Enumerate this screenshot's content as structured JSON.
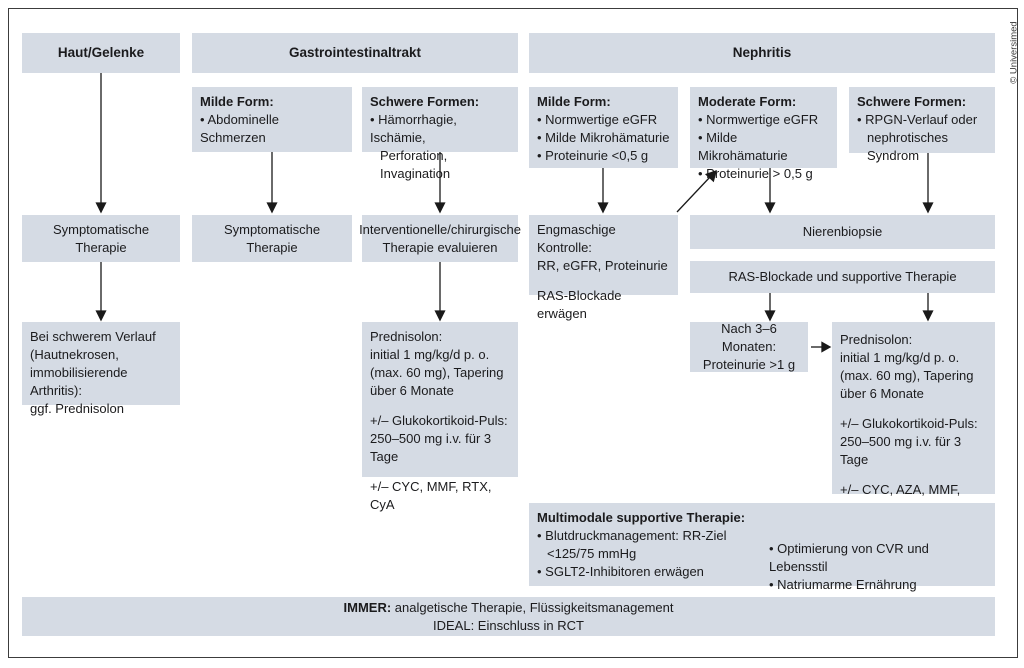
{
  "copyright": "© Universimed",
  "colors": {
    "box_fill": "#d5dbe4",
    "text": "#1b1b1d",
    "arrow": "#1a1a1a",
    "frame_border": "#3c3c3c"
  },
  "skin": {
    "header": "Haut/Gelenke",
    "symptomatic": "Symptomatische Therapie",
    "severe_course": {
      "lines": [
        "Bei schwerem Verlauf",
        "(Hautnekrosen,",
        "immobilisierende Arthritis):",
        "ggf. Prednisolon"
      ]
    }
  },
  "gi": {
    "header": "Gastrointestinaltrakt",
    "mild": {
      "title": "Milde Form:",
      "lines": [
        "• Abdominelle Schmerzen"
      ]
    },
    "severe": {
      "title": "Schwere Formen:",
      "lines": [
        "• Hämorrhagie, Ischämie,",
        "Perforation, Invagination"
      ]
    },
    "symptomatic": "Symptomatische Therapie",
    "interventional": {
      "lines": [
        "Interventionelle/chirurgische",
        "Therapie evaluieren"
      ]
    },
    "prednisolone": {
      "lines": [
        "Prednisolon:",
        "initial 1 mg/kg/d p. o.",
        "(max. 60 mg), Tapering",
        "über 6 Monate",
        "+/– Glukokortikoid-Puls:",
        "250–500 mg i.v. für 3 Tage",
        "+/– CYC, MMF, RTX, CyA"
      ]
    }
  },
  "nephritis": {
    "header": "Nephritis",
    "mild": {
      "title": "Milde Form:",
      "lines": [
        "• Normwertige eGFR",
        "• Milde Mikrohämaturie",
        "• Proteinurie <0,5 g"
      ]
    },
    "moderate": {
      "title": "Moderate Form:",
      "lines": [
        "• Normwertige eGFR",
        "• Milde Mikrohämaturie",
        "• Proteinurie > 0,5 g"
      ]
    },
    "severe": {
      "title": "Schwere Formen:",
      "lines": [
        "• RPGN-Verlauf oder",
        "nephrotisches Syndrom"
      ]
    },
    "monitoring": {
      "lines": [
        "Engmaschige Kontrolle:",
        "RR, eGFR, Proteinurie",
        "RAS-Blockade erwägen"
      ]
    },
    "biopsy": "Nierenbiopsie",
    "ras_blockade": "RAS-Blockade und supportive Therapie",
    "after_months": {
      "lines": [
        "Nach 3–6 Monaten:",
        "Proteinurie >1 g"
      ]
    },
    "prednisolone": {
      "lines": [
        "Prednisolon:",
        "initial 1 mg/kg/d p. o.",
        "(max. 60 mg), Tapering",
        "über 6 Monate",
        "+/– Glukokortikoid-Puls:",
        "250–500 mg i.v. für 3 Tage",
        "+/– CYC, AZA, MMF, RTX, CyA"
      ]
    }
  },
  "supportive": {
    "title": "Multimodale supportive Therapie:",
    "left_lines": [
      "• Blutdruckmanagement: RR-Ziel",
      "<125/75 mmHg",
      "• SGLT2-Inhibitoren erwägen"
    ],
    "right_lines": [
      "• Optimierung von CVR und Lebensstil",
      "• Natriumarme Ernährung"
    ]
  },
  "footer": {
    "immer_label": "IMMER:",
    "immer_text": " analgetische Therapie, Flüssigkeitsmanagement",
    "ideal_line": "IDEAL: Einschluss in RCT"
  }
}
